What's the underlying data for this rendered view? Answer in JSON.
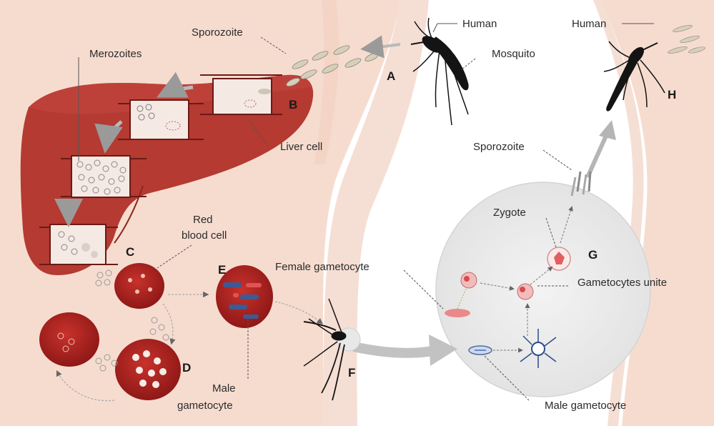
{
  "labels": {
    "human_left": "Human",
    "human_right": "Human",
    "mosquito": "Mosquito",
    "sporozoite_top": "Sporozoite",
    "merozoites": "Merozoites",
    "liver_cell": "Liver cell",
    "red_blood_cell_1": "Red",
    "red_blood_cell_2": "blood cell",
    "female_gametocyte": "Female gametocyte",
    "male_gametocyte_1": "Male",
    "male_gametocyte_2": "gametocyte",
    "sporozoite_right": "Sporozoite",
    "zygote": "Zygote",
    "gametocytes_unite": "Gametocytes unite",
    "male_gametocyte_bottom": "Male gametocyte"
  },
  "stages": {
    "A": "A",
    "B": "B",
    "C": "C",
    "D": "D",
    "E": "E",
    "F": "F",
    "G": "G",
    "H": "H"
  },
  "colors": {
    "skin": "#f6dccf",
    "skin_dark": "#efc9b8",
    "liver": "#b43a32",
    "liver_dark": "#8e2620",
    "rbc": "#9e1e1c",
    "cell_bg": "#f5e9e4",
    "circle_bg": "#ecebeb",
    "mosquito": "#141414",
    "arrow_grey": "#bdbdbd",
    "gametocyte_female": "#e98989",
    "gametocyte_male": "#4d6fa8"
  }
}
